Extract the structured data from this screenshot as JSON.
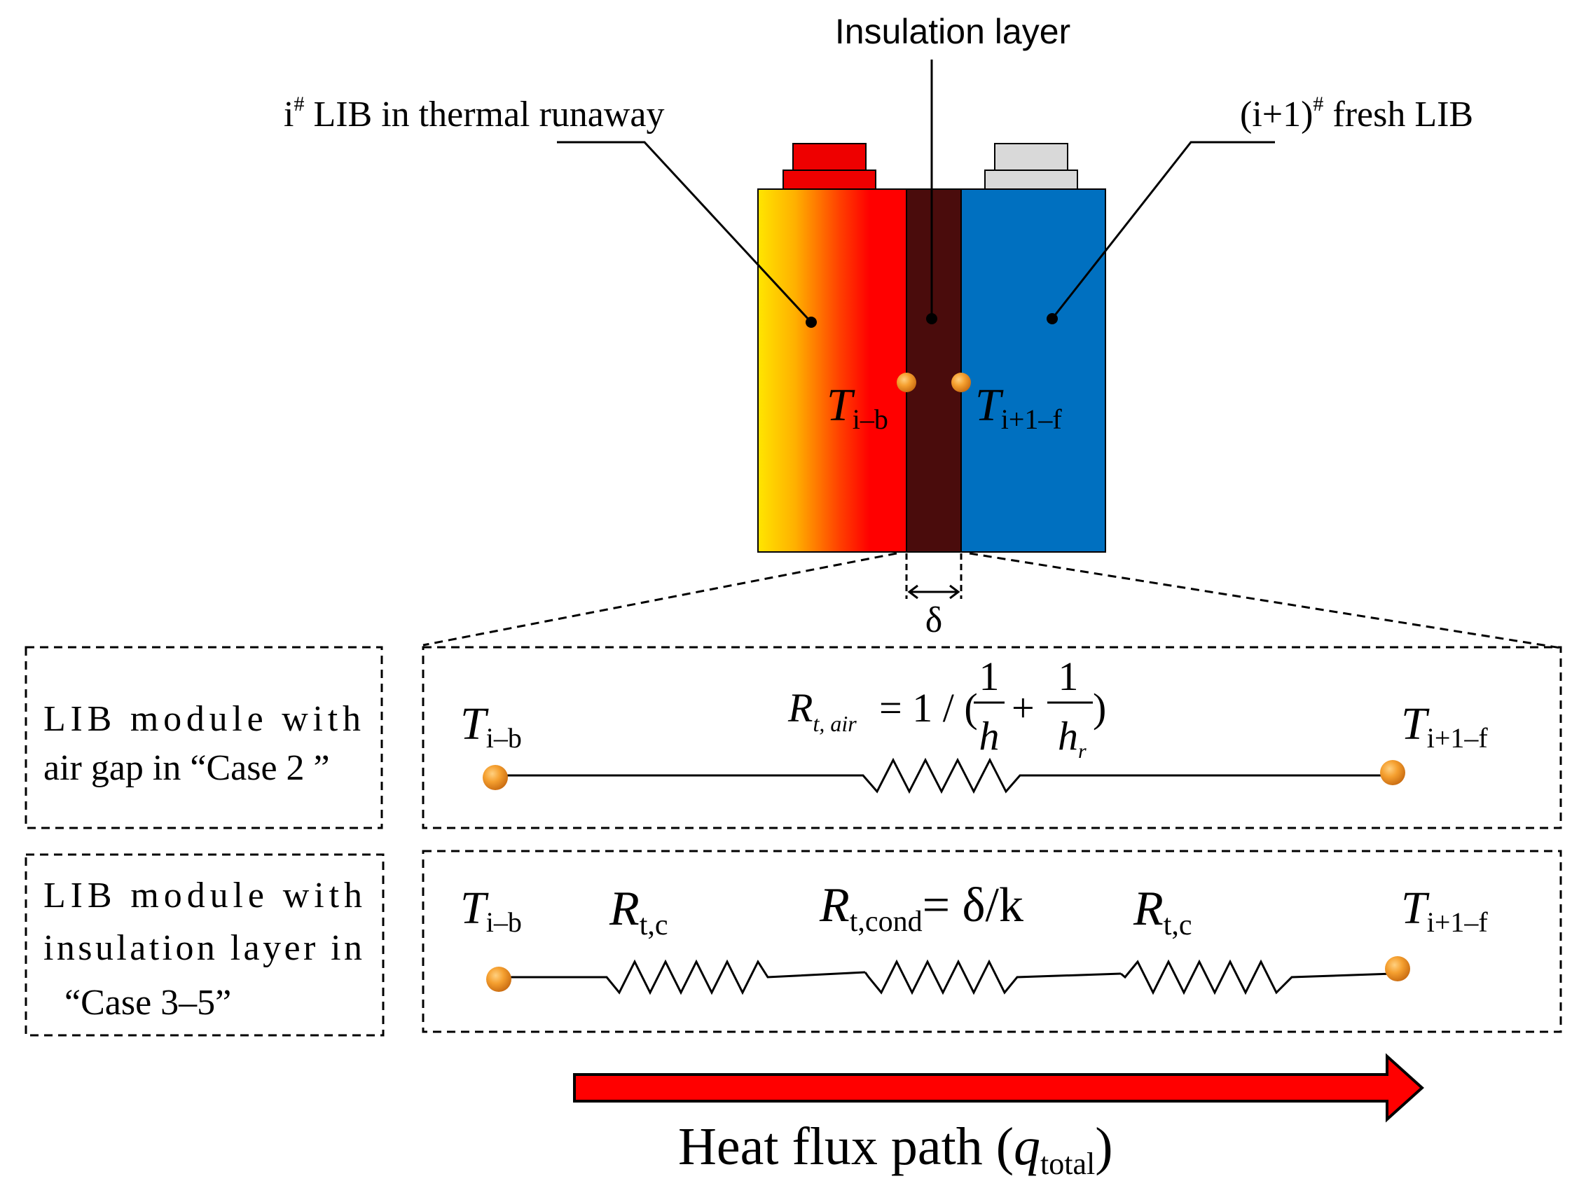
{
  "labels": {
    "insulation_layer": "Insulation layer",
    "lib_runaway_prefix": "i",
    "lib_runaway_sup": "#",
    "lib_runaway_rest": " LIB in thermal runaway",
    "fresh_lib_prefix": "(i+1)",
    "fresh_lib_sup": "#",
    "fresh_lib_rest": " fresh LIB",
    "delta": "δ"
  },
  "temperatures": {
    "symbol": "T",
    "back_sub": "i–b",
    "front_sub": "i+1–f"
  },
  "case2": {
    "box_line1": "LIB  module  with",
    "box_line2": "air gap in “Case 2 ”",
    "r_symbol": "R",
    "r_sub": "t, air",
    "eq_mid": "= 1 / (",
    "frac1_num": "1",
    "frac1_den": "h",
    "plus": "+",
    "frac2_num": "1",
    "frac2_den": "h",
    "frac2_den_sub": "r",
    "close": ")"
  },
  "case3": {
    "box_line1": "LIB  module  with",
    "box_line2": "insulation  layer  in",
    "box_line3": "“Case 3–5”",
    "r_symbol": "R",
    "r_contact_sub": "t,c",
    "r_cond_sub": "t,cond",
    "r_cond_eq": "= δ/k"
  },
  "heat_flux": {
    "label": "Heat flux path (",
    "q": "q",
    "q_sub": "total",
    "close": ")"
  },
  "colors": {
    "runaway_yellow": "#FFE100",
    "runaway_red": "#FF0000",
    "insulation": "#4A0C0C",
    "fresh_blue": "#0070C0",
    "terminal_red": "#EE0000",
    "terminal_grey": "#D9D9D9",
    "node_orange": "#F5A030",
    "arrow_red": "#FF0000"
  }
}
